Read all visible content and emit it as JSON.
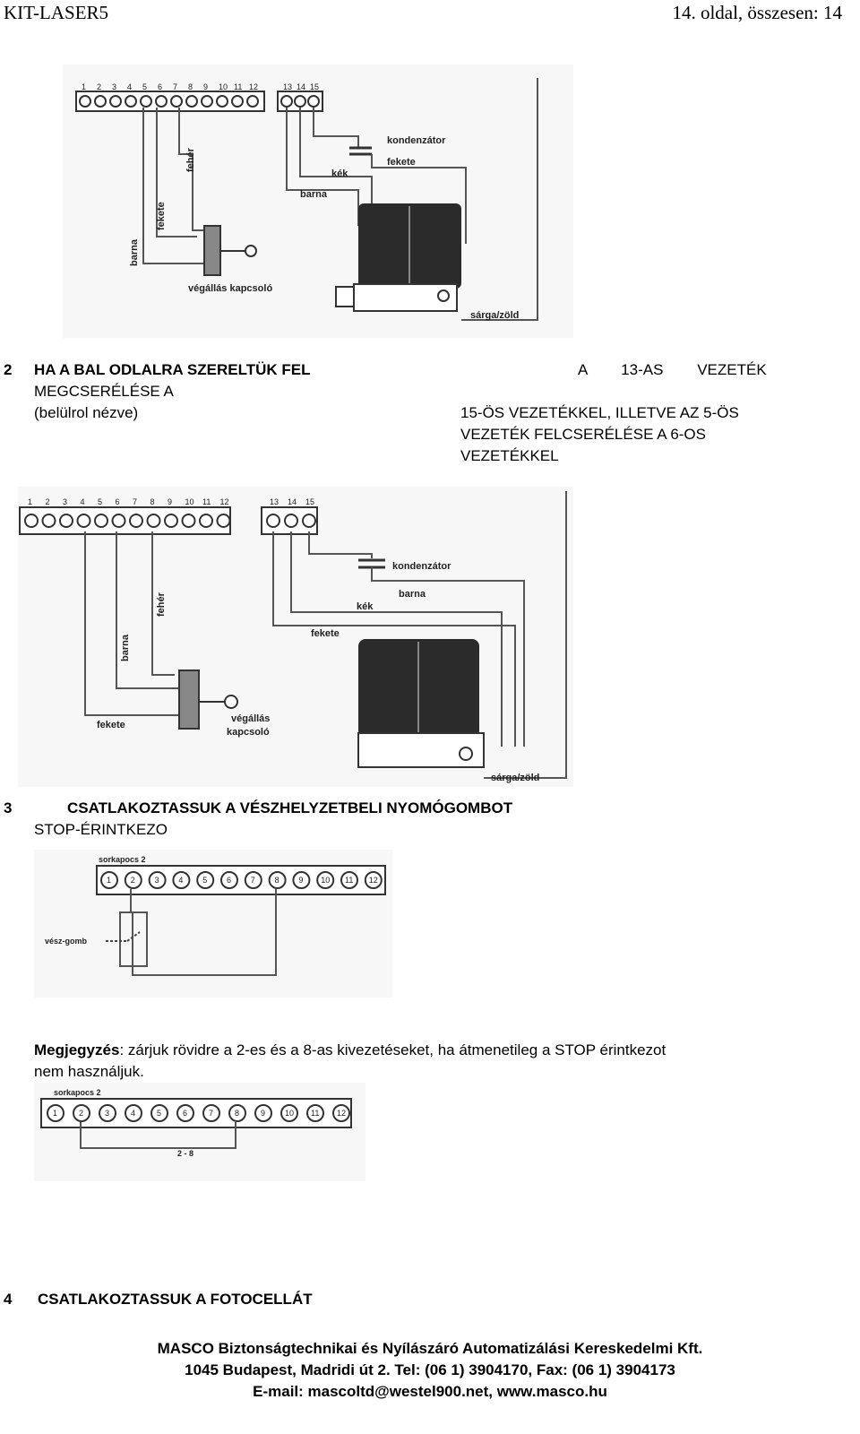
{
  "header": {
    "left": "KIT-LASER5",
    "right": "14. oldal, összesen: 14"
  },
  "diagram1": {
    "pins_left": [
      "1",
      "2",
      "3",
      "4",
      "5",
      "6",
      "7",
      "8",
      "9",
      "10",
      "11",
      "12"
    ],
    "pins_right": [
      "13",
      "14",
      "15"
    ],
    "labels": {
      "kondenzator": "kondenzátor",
      "fekete_top": "fekete",
      "kek": "kék",
      "barna_top": "barna",
      "feher": "fehér",
      "fekete_v": "fekete",
      "barna_v": "barna",
      "switch": "végállás kapcsoló",
      "ground": "sárga/zöld"
    }
  },
  "section2": {
    "number": "2",
    "title": "HA A BAL ODLALRA SZERELTÜK FEL",
    "right_line1": "A        13-AS        VEZETÉK",
    "line2": "MEGCSERÉLÉSE A",
    "line3_left": "(belülrol nézve)",
    "right_block": [
      "15-ÖS VEZETÉKKEL, ILLETVE AZ 5-ÖS",
      "VEZETÉK FELCSERÉLÉSE A 6-OS",
      "VEZETÉKKEL"
    ]
  },
  "diagram2": {
    "pins_left": [
      "1",
      "2",
      "3",
      "4",
      "5",
      "6",
      "7",
      "8",
      "9",
      "10",
      "11",
      "12"
    ],
    "pins_right": [
      "13",
      "14",
      "15"
    ],
    "labels": {
      "kondenzator": "kondenzátor",
      "barna_top": "barna",
      "kek": "kék",
      "fekete_top": "fekete",
      "feher": "fehér",
      "barna_v": "barna",
      "fekete_bottom": "fekete",
      "switch_1": "végállás",
      "switch_2": "kapcsoló",
      "ground": "sárga/zöld"
    }
  },
  "section3": {
    "number": "3",
    "title": "CSATLAKOZTASSUK A VÉSZHELYZETBELI NYOMÓGOMBOT",
    "subtitle": "STOP-ÉRINTKEZO"
  },
  "diagram3": {
    "terminal_label": "sorkapocs 2",
    "pins": [
      "1",
      "2",
      "3",
      "4",
      "5",
      "6",
      "7",
      "8",
      "9",
      "10",
      "11",
      "12"
    ],
    "button_label": "vész-gomb"
  },
  "note": {
    "label": "Megjegyzés",
    "text": ": zárjuk rövidre a 2-es és a 8-as kivezetéseket, ha átmenetileg a STOP érintkezot",
    "text2": "nem használjuk."
  },
  "diagram4": {
    "terminal_label": "sorkapocs 2",
    "pins": [
      "1",
      "2",
      "3",
      "4",
      "5",
      "6",
      "7",
      "8",
      "9",
      "10",
      "11",
      "12"
    ],
    "bridge_label": "2 - 8"
  },
  "section4": {
    "number": "4",
    "title": "CSATLAKOZTASSUK A FOTOCELLÁT"
  },
  "footer": {
    "line1": "MASCO Biztonságtechnikai és Nyílászáró Automatizálási Kereskedelmi Kft.",
    "line2": "1045 Budapest, Madridi út 2. Tel: (06 1) 3904170, Fax: (06 1) 3904173",
    "line3": "E-mail: mascoltd@westel900.net, www.masco.hu"
  }
}
